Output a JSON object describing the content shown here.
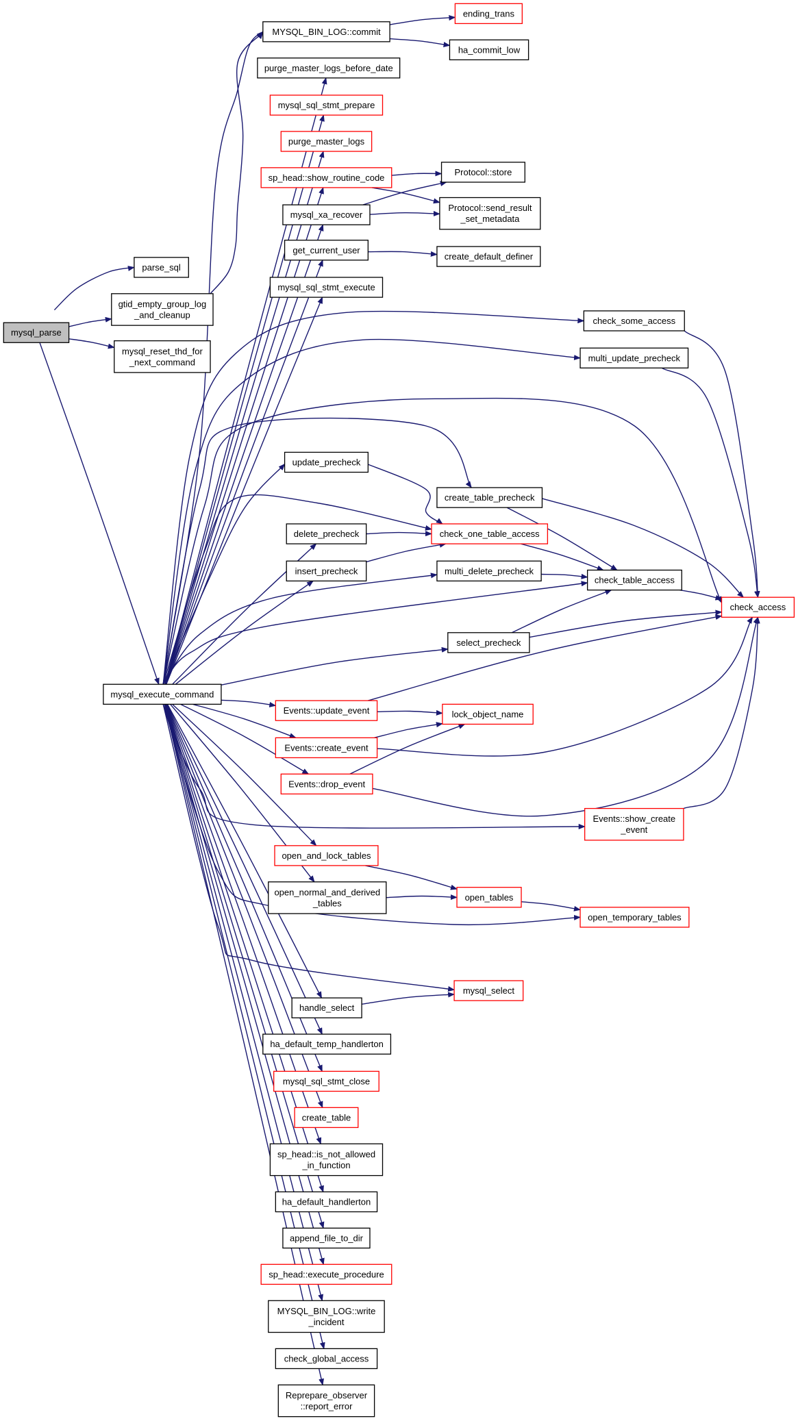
{
  "diagram": {
    "colors": {
      "edge": "#191970",
      "box_normal": "#000000",
      "box_red": "#ff0000",
      "box_root_fill": "#bfbfbf",
      "box_fill": "#ffffff"
    },
    "nodes": {
      "mysql_parse": {
        "label": "mysql_parse",
        "kind": "root"
      },
      "parse_sql": {
        "label": "parse_sql",
        "kind": "normal"
      },
      "gtid_empty": {
        "label": "gtid_empty_group_log\n_and_cleanup",
        "kind": "normal"
      },
      "mysql_reset_thd": {
        "label": "mysql_reset_thd_for\n_next_command",
        "kind": "normal"
      },
      "mysql_execute_command": {
        "label": "mysql_execute_command",
        "kind": "normal"
      },
      "binlog_commit": {
        "label": "MYSQL_BIN_LOG::commit",
        "kind": "normal"
      },
      "ending_trans": {
        "label": "ending_trans",
        "kind": "red"
      },
      "ha_commit_low": {
        "label": "ha_commit_low",
        "kind": "normal"
      },
      "purge_before_date": {
        "label": "purge_master_logs_before_date",
        "kind": "normal"
      },
      "stmt_prepare": {
        "label": "mysql_sql_stmt_prepare",
        "kind": "red"
      },
      "purge_master_logs": {
        "label": "purge_master_logs",
        "kind": "red"
      },
      "show_routine_code": {
        "label": "sp_head::show_routine_code",
        "kind": "red"
      },
      "protocol_store": {
        "label": "Protocol::store",
        "kind": "normal"
      },
      "xa_recover": {
        "label": "mysql_xa_recover",
        "kind": "normal"
      },
      "send_result": {
        "label": "Protocol::send_result\n_set_metadata",
        "kind": "normal"
      },
      "get_current_user": {
        "label": "get_current_user",
        "kind": "normal"
      },
      "create_default_definer": {
        "label": "create_default_definer",
        "kind": "normal"
      },
      "stmt_execute": {
        "label": "mysql_sql_stmt_execute",
        "kind": "normal"
      },
      "check_some_access": {
        "label": "check_some_access",
        "kind": "normal"
      },
      "multi_update_precheck": {
        "label": "multi_update_precheck",
        "kind": "normal"
      },
      "update_precheck": {
        "label": "update_precheck",
        "kind": "normal"
      },
      "create_table_precheck": {
        "label": "create_table_precheck",
        "kind": "normal"
      },
      "delete_precheck": {
        "label": "delete_precheck",
        "kind": "normal"
      },
      "check_one_table_access": {
        "label": "check_one_table_access",
        "kind": "red"
      },
      "insert_precheck": {
        "label": "insert_precheck",
        "kind": "normal"
      },
      "multi_delete_precheck": {
        "label": "multi_delete_precheck",
        "kind": "normal"
      },
      "check_table_access": {
        "label": "check_table_access",
        "kind": "normal"
      },
      "check_access": {
        "label": "check_access",
        "kind": "red"
      },
      "select_precheck": {
        "label": "select_precheck",
        "kind": "normal"
      },
      "update_event": {
        "label": "Events::update_event",
        "kind": "red"
      },
      "lock_object_name": {
        "label": "lock_object_name",
        "kind": "red"
      },
      "create_event": {
        "label": "Events::create_event",
        "kind": "red"
      },
      "drop_event": {
        "label": "Events::drop_event",
        "kind": "red"
      },
      "show_create_event": {
        "label": "Events::show_create\n_event",
        "kind": "red"
      },
      "open_and_lock_tables": {
        "label": "open_and_lock_tables",
        "kind": "red"
      },
      "open_normal_derived": {
        "label": "open_normal_and_derived\n_tables",
        "kind": "normal"
      },
      "open_tables": {
        "label": "open_tables",
        "kind": "red"
      },
      "open_temporary_tables": {
        "label": "open_temporary_tables",
        "kind": "red"
      },
      "mysql_select": {
        "label": "mysql_select",
        "kind": "red"
      },
      "handle_select": {
        "label": "handle_select",
        "kind": "normal"
      },
      "ha_default_temp": {
        "label": "ha_default_temp_handlerton",
        "kind": "normal"
      },
      "stmt_close": {
        "label": "mysql_sql_stmt_close",
        "kind": "red"
      },
      "create_table": {
        "label": "create_table",
        "kind": "red"
      },
      "is_not_allowed": {
        "label": "sp_head::is_not_allowed\n_in_function",
        "kind": "normal"
      },
      "ha_default_handlerton": {
        "label": "ha_default_handlerton",
        "kind": "normal"
      },
      "append_file_to_dir": {
        "label": "append_file_to_dir",
        "kind": "normal"
      },
      "execute_procedure": {
        "label": "sp_head::execute_procedure",
        "kind": "red"
      },
      "write_incident": {
        "label": "MYSQL_BIN_LOG::write\n_incident",
        "kind": "normal"
      },
      "check_global_access": {
        "label": "check_global_access",
        "kind": "normal"
      },
      "reprepare_observer": {
        "label": "Reprepare_observer\n::report_error",
        "kind": "normal"
      }
    },
    "edges": [
      [
        "mysql_parse",
        "parse_sql"
      ],
      [
        "mysql_parse",
        "gtid_empty"
      ],
      [
        "mysql_parse",
        "mysql_reset_thd"
      ],
      [
        "mysql_parse",
        "mysql_execute_command"
      ],
      [
        "gtid_empty",
        "binlog_commit"
      ],
      [
        "binlog_commit",
        "ending_trans"
      ],
      [
        "binlog_commit",
        "ha_commit_low"
      ],
      [
        "show_routine_code",
        "protocol_store"
      ],
      [
        "show_routine_code",
        "send_result"
      ],
      [
        "xa_recover",
        "protocol_store"
      ],
      [
        "xa_recover",
        "send_result"
      ],
      [
        "get_current_user",
        "create_default_definer"
      ],
      [
        "mysql_execute_command",
        "binlog_commit"
      ],
      [
        "mysql_execute_command",
        "purge_before_date"
      ],
      [
        "mysql_execute_command",
        "stmt_prepare"
      ],
      [
        "mysql_execute_command",
        "purge_master_logs"
      ],
      [
        "mysql_execute_command",
        "show_routine_code"
      ],
      [
        "mysql_execute_command",
        "xa_recover"
      ],
      [
        "mysql_execute_command",
        "get_current_user"
      ],
      [
        "mysql_execute_command",
        "stmt_execute"
      ],
      [
        "mysql_execute_command",
        "check_some_access"
      ],
      [
        "mysql_execute_command",
        "multi_update_precheck"
      ],
      [
        "mysql_execute_command",
        "check_access"
      ],
      [
        "mysql_execute_command",
        "update_precheck"
      ],
      [
        "mysql_execute_command",
        "create_table_precheck"
      ],
      [
        "mysql_execute_command",
        "check_one_table_access"
      ],
      [
        "mysql_execute_command",
        "delete_precheck"
      ],
      [
        "mysql_execute_command",
        "insert_precheck"
      ],
      [
        "mysql_execute_command",
        "multi_delete_precheck"
      ],
      [
        "mysql_execute_command",
        "check_table_access"
      ],
      [
        "mysql_execute_command",
        "select_precheck"
      ],
      [
        "mysql_execute_command",
        "update_event"
      ],
      [
        "mysql_execute_command",
        "create_event"
      ],
      [
        "mysql_execute_command",
        "drop_event"
      ],
      [
        "mysql_execute_command",
        "show_create_event"
      ],
      [
        "mysql_execute_command",
        "open_and_lock_tables"
      ],
      [
        "mysql_execute_command",
        "open_normal_derived"
      ],
      [
        "mysql_execute_command",
        "open_temporary_tables"
      ],
      [
        "mysql_execute_command",
        "mysql_select"
      ],
      [
        "mysql_execute_command",
        "handle_select"
      ],
      [
        "mysql_execute_command",
        "ha_default_temp"
      ],
      [
        "mysql_execute_command",
        "stmt_close"
      ],
      [
        "mysql_execute_command",
        "create_table"
      ],
      [
        "mysql_execute_command",
        "is_not_allowed"
      ],
      [
        "mysql_execute_command",
        "ha_default_handlerton"
      ],
      [
        "mysql_execute_command",
        "append_file_to_dir"
      ],
      [
        "mysql_execute_command",
        "execute_procedure"
      ],
      [
        "mysql_execute_command",
        "write_incident"
      ],
      [
        "mysql_execute_command",
        "check_global_access"
      ],
      [
        "mysql_execute_command",
        "reprepare_observer"
      ],
      [
        "check_some_access",
        "check_access"
      ],
      [
        "multi_update_precheck",
        "check_access"
      ],
      [
        "update_precheck",
        "check_one_table_access"
      ],
      [
        "delete_precheck",
        "check_one_table_access"
      ],
      [
        "insert_precheck",
        "check_one_table_access"
      ],
      [
        "create_table_precheck",
        "check_table_access"
      ],
      [
        "create_table_precheck",
        "check_access"
      ],
      [
        "check_one_table_access",
        "check_table_access"
      ],
      [
        "multi_delete_precheck",
        "check_table_access"
      ],
      [
        "check_table_access",
        "check_access"
      ],
      [
        "select_precheck",
        "check_table_access"
      ],
      [
        "select_precheck",
        "check_access"
      ],
      [
        "update_event",
        "lock_object_name"
      ],
      [
        "update_event",
        "check_access"
      ],
      [
        "create_event",
        "lock_object_name"
      ],
      [
        "create_event",
        "check_access"
      ],
      [
        "drop_event",
        "lock_object_name"
      ],
      [
        "drop_event",
        "check_access"
      ],
      [
        "show_create_event",
        "check_access"
      ],
      [
        "open_and_lock_tables",
        "open_tables"
      ],
      [
        "open_normal_derived",
        "open_tables"
      ],
      [
        "open_tables",
        "open_temporary_tables"
      ],
      [
        "handle_select",
        "mysql_select"
      ]
    ]
  }
}
